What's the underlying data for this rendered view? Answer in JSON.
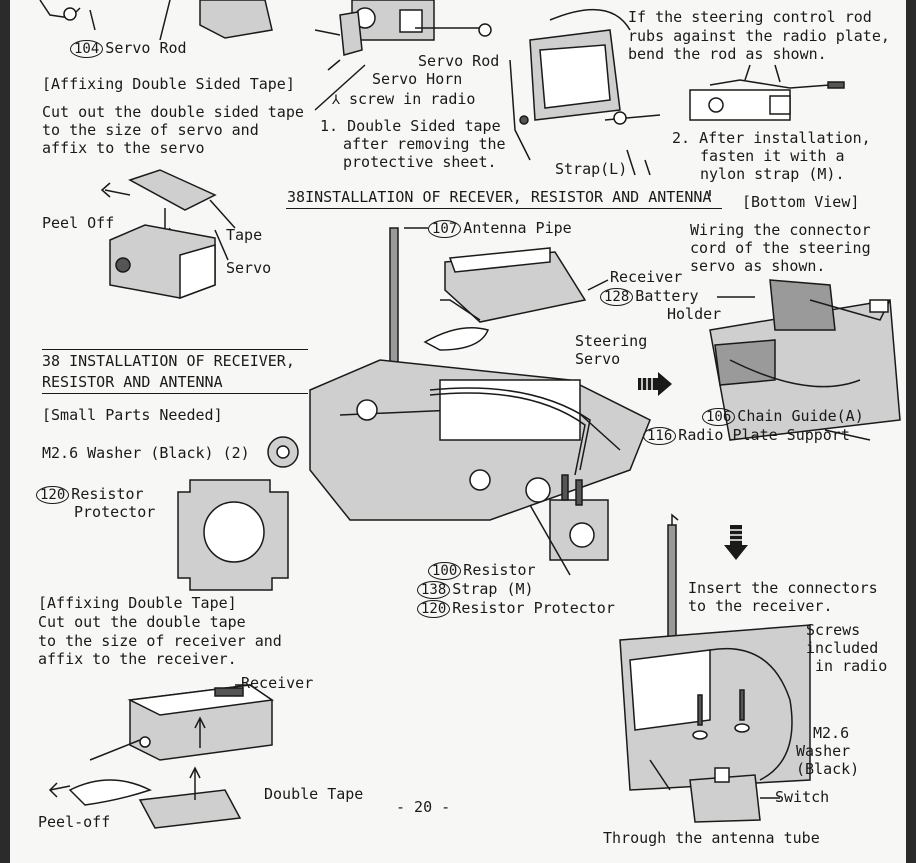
{
  "labels": {
    "servo_rod_num": "104",
    "servo_rod": "Servo Rod",
    "affix_ds_title": "[Affixing Double Sided Tape]",
    "affix_ds_l1": "Cut out the double sided tape",
    "affix_ds_l2": "to the size of servo and",
    "affix_ds_l3": "affix to the servo",
    "servo_rod_top": "Servo Rod",
    "servo_horn": "Servo Horn",
    "screw_in_radio": "screw in radio",
    "step1_l1": "1. Double Sided tape",
    "step1_l2": "after removing the",
    "step1_l3": "protective sheet.",
    "steer_l1": "If the steering control rod",
    "steer_l2": "rubs against the radio plate,",
    "steer_l3": "bend the rod as shown.",
    "strap_l": "Strap(L)",
    "step2_l1": "2. After installation,",
    "step2_l2": "fasten it with a",
    "step2_l3": "nylon strap (M).",
    "peel_off_1": "Peel Off",
    "tape": "Tape",
    "servo": "Servo",
    "section_right_num": "38",
    "section_right": "INSTALLATION OF RECEVER, RESISTOR AND ANTENNA",
    "bottom_view": "[Bottom View]",
    "antenna_pipe_num": "107",
    "antenna_pipe": "Antenna Pipe",
    "wiring_l1": "Wiring the connector",
    "wiring_l2": "cord of the steering",
    "wiring_l3": "servo as shown.",
    "receiver": "Receiver",
    "battery_num": "128",
    "battery_l1": "Battery",
    "battery_l2": "Holder",
    "steering_servo_l1": "Steering",
    "steering_servo_l2": "Servo",
    "chain_guide_num": "106",
    "chain_guide": "Chain Guide(A)",
    "radio_plate_num": "116",
    "radio_plate": "Radio Plate Support",
    "section_left_l1": "38 INSTALLATION OF RECEIVER,",
    "section_left_l2": "RESISTOR AND ANTENNA",
    "small_parts": "[Small Parts Needed]",
    "washer": "M2.6 Washer (Black) (2)",
    "resistor_prot_num": "120",
    "resistor_prot_l1": "Resistor",
    "resistor_prot_l2": "Protector",
    "resistor_num": "100",
    "resistor": "Resistor",
    "strap_m_num": "138",
    "strap_m": "Strap (M)",
    "resistor_prot2_num": "120",
    "resistor_prot2": "Resistor Protector",
    "insert_l1": "Insert the connectors",
    "insert_l2": "to the receiver.",
    "screws_l1": "Screws",
    "screws_l2": "included",
    "screws_l3": "in radio",
    "affix_dt_title": "[Affixing Double Tape]",
    "affix_dt_l1": "Cut out the double tape",
    "affix_dt_l2": "to the size of receiver and",
    "affix_dt_l3": "affix to the receiver.",
    "receiver_bottom": "Receiver",
    "double_tape": "Double Tape",
    "page_number": "- 20 -",
    "washer2_l1": "M2.6",
    "washer2_l2": "Washer",
    "washer2_l3": "(Black)",
    "switch": "Switch",
    "peel_off_2": "Peel-off",
    "antenna_tube": "Through the antenna tube"
  }
}
